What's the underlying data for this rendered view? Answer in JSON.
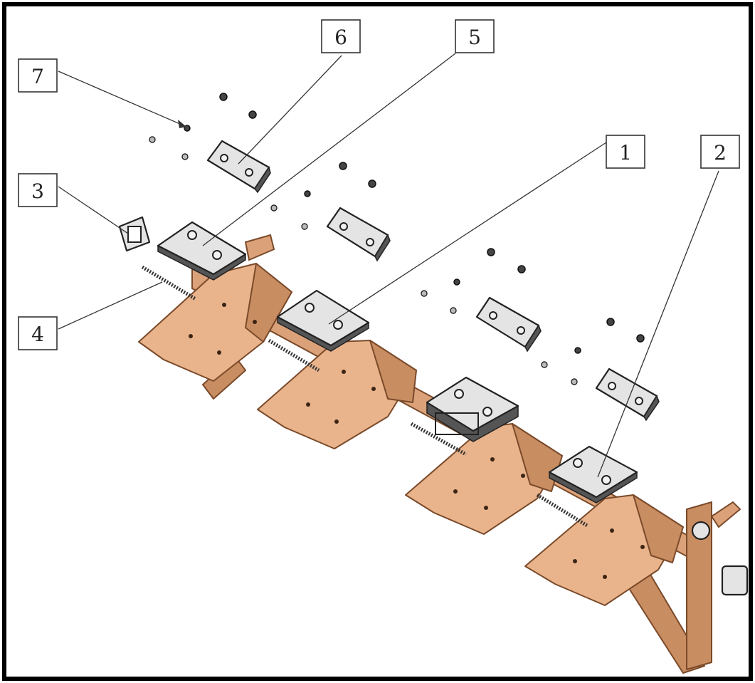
{
  "figure": {
    "callouts": [
      {
        "id": "7",
        "label": "7"
      },
      {
        "id": "6",
        "label": "6"
      },
      {
        "id": "5",
        "label": "5"
      },
      {
        "id": "1",
        "label": "1"
      },
      {
        "id": "2",
        "label": "2"
      },
      {
        "id": "3",
        "label": "3"
      },
      {
        "id": "4",
        "label": "4"
      }
    ],
    "colors": {
      "seat": "#e9b48c",
      "seat_outline": "#7a4a2a",
      "plate": "#e4e4e4",
      "frame": "#000000"
    }
  }
}
